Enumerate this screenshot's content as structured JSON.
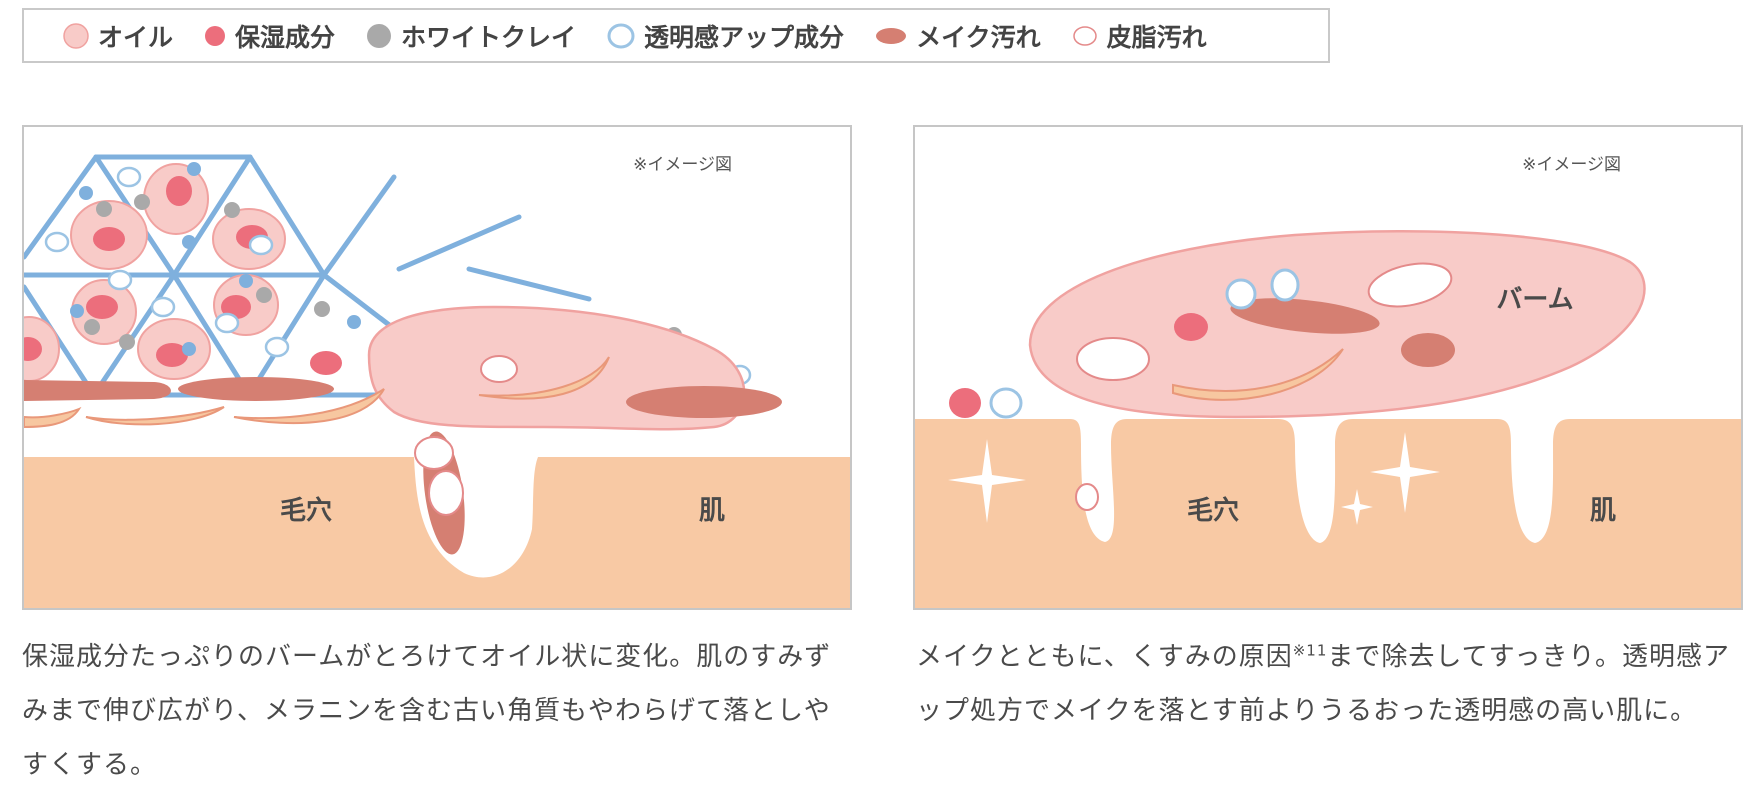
{
  "legend": {
    "items": [
      {
        "label": "オイル",
        "icon": "oil-icon"
      },
      {
        "label": "保湿成分",
        "icon": "moisturizer-icon"
      },
      {
        "label": "ホワイトクレイ",
        "icon": "white-clay-icon"
      },
      {
        "label": "透明感アップ成分",
        "icon": "clarity-ingredient-icon"
      },
      {
        "label": "メイク汚れ",
        "icon": "makeup-dirt-icon"
      },
      {
        "label": "皮脂汚れ",
        "icon": "sebum-dirt-icon"
      }
    ]
  },
  "colors": {
    "oil": "#f8cbc8",
    "oil_stroke": "#f0a2a0",
    "moisturizer": "#ec6e7c",
    "white_clay": "#a9a9a9",
    "clarity": "#9cc4e4",
    "makeup": "#d57f72",
    "sebum_stroke": "#e48a8a",
    "skin": "#f8c9a4",
    "lattice": "#7fb0dd",
    "flake": "#f7c7a0"
  },
  "left_panel": {
    "note": "※イメージ図",
    "pore_label": "毛穴",
    "skin_label": "肌",
    "caption": "保湿成分たっぷりのバームがとろけてオイル状に変化。肌のすみずみまで伸び広がり、メラニンを含む古い角質もやわらげて落としやすくする。"
  },
  "right_panel": {
    "note": "※イメージ図",
    "balm_label": "バーム",
    "pore_label": "毛穴",
    "skin_label": "肌",
    "caption_before_sup": "メイクとともに、くすみの原因",
    "caption_sup": "※11",
    "caption_after_sup": "まで除去してすっきり。透明感アップ処方でメイクを落とす前よりうるおった透明感の高い肌に。"
  }
}
